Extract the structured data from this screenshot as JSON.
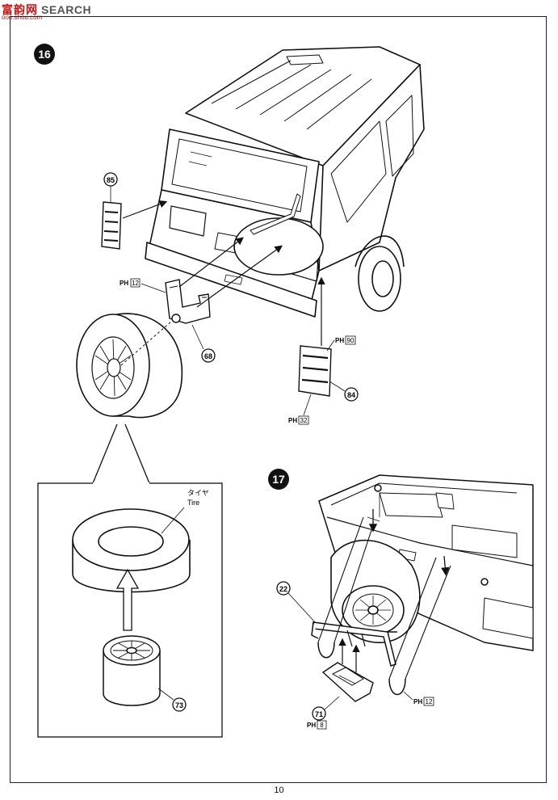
{
  "watermark": {
    "logo_text": "富韵网",
    "brand_text": "SEARCH",
    "url_text": "ooo.shou.com"
  },
  "steps": [
    {
      "number": "16"
    },
    {
      "number": "17"
    }
  ],
  "parts": {
    "p85": "85",
    "p68": "68",
    "p84": "84",
    "p73": "73",
    "p22": "22",
    "p71": "71"
  },
  "callouts": {
    "ph12_a": {
      "prefix": "PH",
      "num": "12"
    },
    "ph90": {
      "prefix": "PH",
      "num": "90"
    },
    "ph32": {
      "prefix": "PH",
      "num": "32"
    },
    "ph12_b": {
      "prefix": "PH",
      "num": "12"
    },
    "ph8": {
      "prefix": "PH",
      "num": "8"
    }
  },
  "tire_label": {
    "ja": "タイヤ",
    "en": "Tire"
  },
  "page_number": "10"
}
